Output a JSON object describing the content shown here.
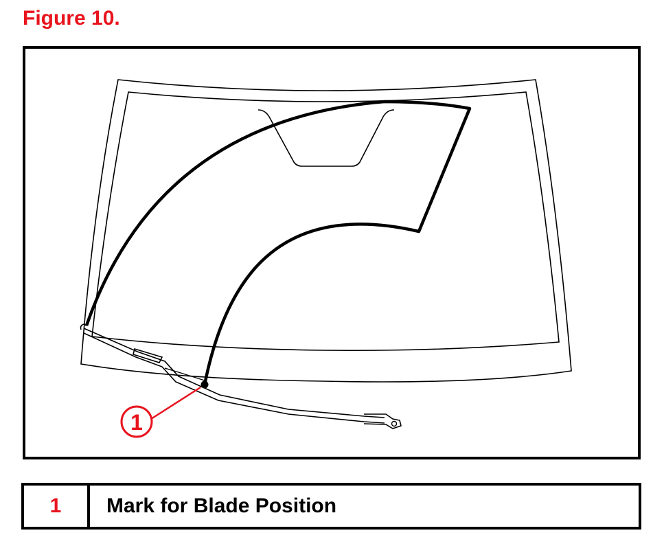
{
  "figure": {
    "title": "Figure 10.",
    "callout_number": "1",
    "colors": {
      "accent": "#e8141e",
      "line": "#000000"
    }
  },
  "legend": {
    "rows": [
      {
        "number": "1",
        "description": "Mark for Blade Position"
      }
    ]
  }
}
